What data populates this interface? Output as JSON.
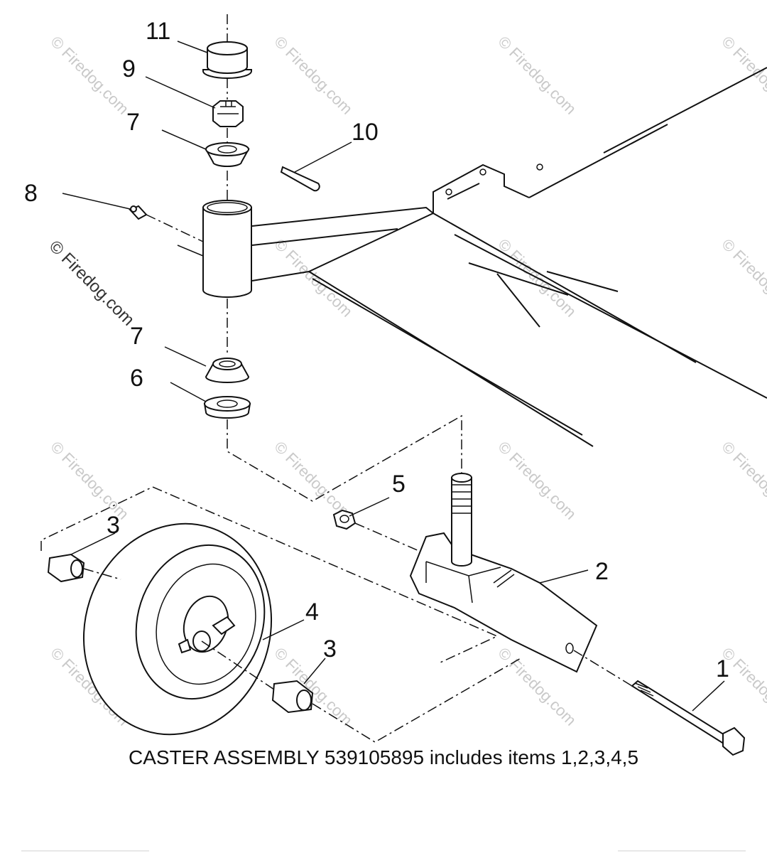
{
  "diagram": {
    "callouts": [
      "11",
      "9",
      "7",
      "10",
      "8",
      "7",
      "6",
      "5",
      "3",
      "2",
      "4",
      "3",
      "1"
    ],
    "watermark": "© Firedog.com"
  },
  "caption": "CASTER ASSEMBLY 539105895 includes items 1,2,3,4,5",
  "colors": {
    "line": "#111111",
    "background": "#ffffff",
    "watermark": "#c9c9c9"
  }
}
